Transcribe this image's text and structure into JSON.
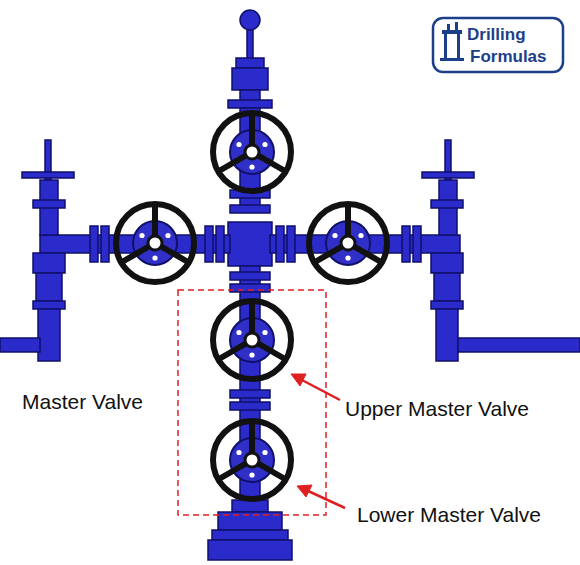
{
  "diagram": {
    "labels": [
      "Drilling",
      "Formulas",
      "Master Valve",
      "Upper Master Valve",
      "Lower Master Valve"
    ]
  }
}
